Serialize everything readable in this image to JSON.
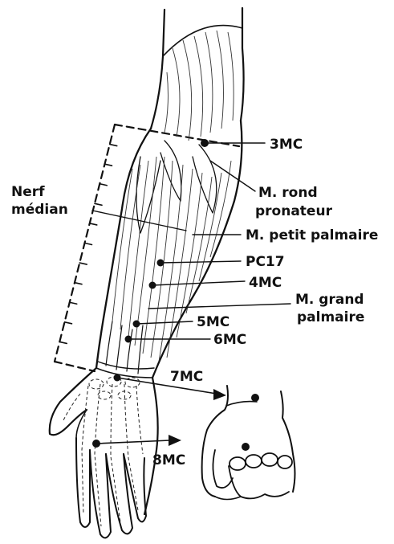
{
  "labels": {
    "nerf_median": [
      "Nerf",
      "médian"
    ],
    "mc3": "3MC",
    "m_rond_pronateur": [
      "M. rond",
      "pronateur"
    ],
    "m_petit_palmaire": "M. petit palmaire",
    "pc17": "PC17",
    "mc4": "4MC",
    "m_grand_palmaire": [
      "M. grand",
      "palmaire"
    ],
    "mc5": "5MC",
    "mc6": "6MC",
    "mc7": "7MC",
    "mc8": "8MC"
  },
  "colors": {
    "ink": "#111111",
    "paper": "#ffffff"
  }
}
